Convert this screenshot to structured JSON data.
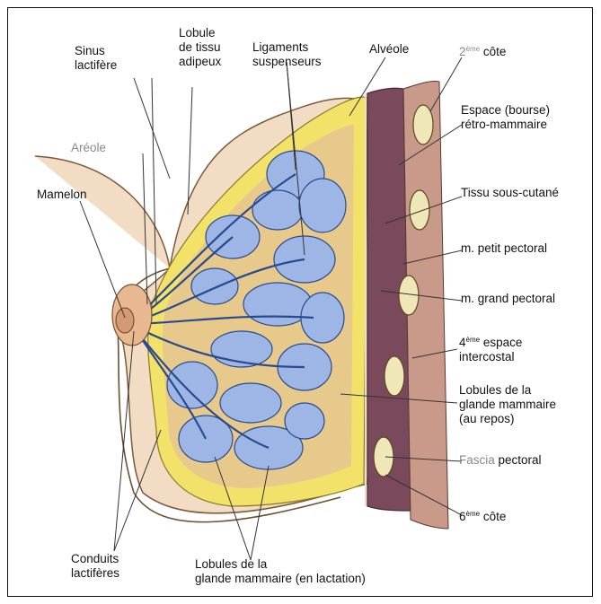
{
  "colors": {
    "skin": "#f3dcc4",
    "fat": "#f2e26a",
    "gland": "#9eb6e6",
    "ducts": "#294a8c",
    "muscle": "#7a4a5c",
    "rib": "#efe7b8",
    "stroma": "#e8c98c"
  },
  "labels": {
    "sinus": [
      "Sinus",
      "lactifère"
    ],
    "lobule_tissu": [
      "Lobule",
      "de tissu",
      "adipeux"
    ],
    "ligaments": [
      "Ligaments",
      "suspenseurs"
    ],
    "alveole": "Alvéole",
    "cote2_sup": "ème",
    "cote2_num": "2",
    "cote2_word": " côte",
    "areole": "Aréole",
    "mamelon": "Mamelon",
    "espace_bourse": [
      "Espace (bourse)",
      "rétro-mammaire"
    ],
    "tissu_sous_cutane": "Tissu sous-cutané",
    "petit_pectoral": "m. petit pectoral",
    "grand_pectoral": "m. grand pectoral",
    "espace_num": "4",
    "espace_sup": "ème",
    "espace_word": " espace",
    "intercostal": "intercostal",
    "lobules_repos": [
      "Lobules de la",
      "glande mammaire",
      "(au repos)"
    ],
    "fascia_gray": "Fascia",
    "fascia_black": " pectoral",
    "cote6_num": "6",
    "cote6_sup": "ème",
    "cote6_word": " côte",
    "conduits": [
      "Conduits",
      "lactifères"
    ],
    "lobules_lactation": [
      "Lobules de la",
      "glande mammaire (en lactation)"
    ]
  }
}
